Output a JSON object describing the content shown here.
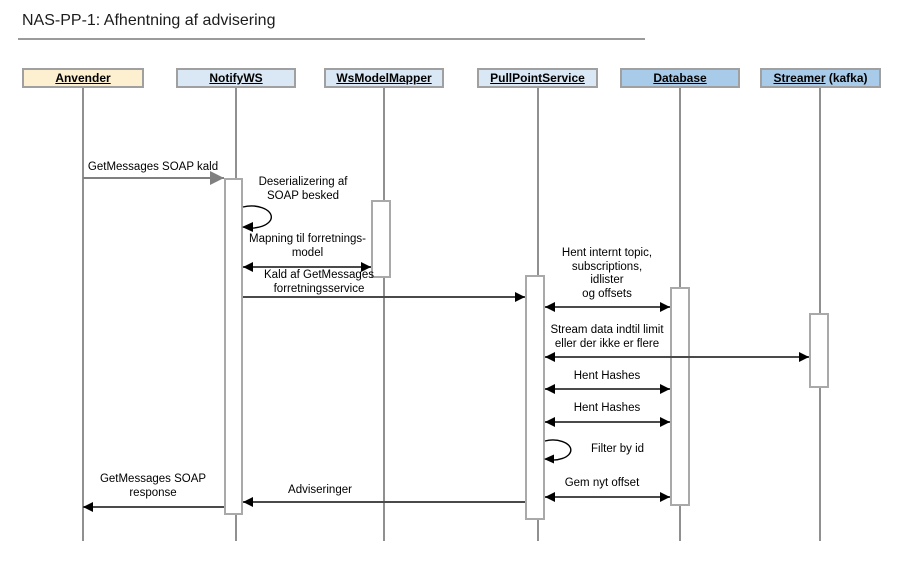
{
  "title": "NAS-PP-1: Afhentning af advisering",
  "diagram_type": "uml-sequence",
  "colors": {
    "cream": "#fdf0d0",
    "light_blue": "#dae8f5",
    "medium_blue": "#a8cbe9",
    "border_gray": "#a0a0a0",
    "lifeline_gray": "#909090",
    "msg_dark": "#4a4a4a",
    "first_gray": "#808080"
  },
  "actors": [
    {
      "label": "Anvender",
      "suffix": ""
    },
    {
      "label": "NotifyWS",
      "suffix": ""
    },
    {
      "label": "WsModelMapper",
      "suffix": ""
    },
    {
      "label": "PullPointService",
      "suffix": ""
    },
    {
      "label": "Database",
      "suffix": ""
    },
    {
      "label": "Streamer",
      "suffix": " (kafka)"
    }
  ],
  "messages": [
    {
      "label": "GetMessages SOAP kald",
      "from": "Anvender",
      "to": "NotifyWS",
      "kind": "sync-call"
    },
    {
      "label": "Deserializering af\nSOAP besked",
      "from": "NotifyWS",
      "to": "NotifyWS",
      "kind": "self"
    },
    {
      "label": "Mapning til forretnings-\nmodel",
      "from": "NotifyWS",
      "to": "WsModelMapper",
      "kind": "bidirectional"
    },
    {
      "label": "Kald af GetMessages\nforretningsservice",
      "from": "NotifyWS",
      "to": "PullPointService",
      "kind": "sync-call"
    },
    {
      "label": "Hent internt topic,\nsubscriptions,\nidlister\nog offsets",
      "from": "PullPointService",
      "to": "Database",
      "kind": "bidirectional"
    },
    {
      "label": "Stream data indtil limit\neller der ikke er flere",
      "from": "PullPointService",
      "to": "Streamer",
      "kind": "bidirectional"
    },
    {
      "label": "Hent Hashes",
      "from": "PullPointService",
      "to": "Database",
      "kind": "bidirectional"
    },
    {
      "label": "Hent Hashes",
      "from": "PullPointService",
      "to": "Database",
      "kind": "bidirectional"
    },
    {
      "label": "Filter by id",
      "from": "PullPointService",
      "to": "PullPointService",
      "kind": "self"
    },
    {
      "label": "Gem nyt offset",
      "from": "PullPointService",
      "to": "Database",
      "kind": "bidirectional"
    },
    {
      "label": "Adviseringer",
      "from": "PullPointService",
      "to": "NotifyWS",
      "kind": "return"
    },
    {
      "label": "GetMessages SOAP\nresponse",
      "from": "NotifyWS",
      "to": "Anvender",
      "kind": "return"
    }
  ]
}
